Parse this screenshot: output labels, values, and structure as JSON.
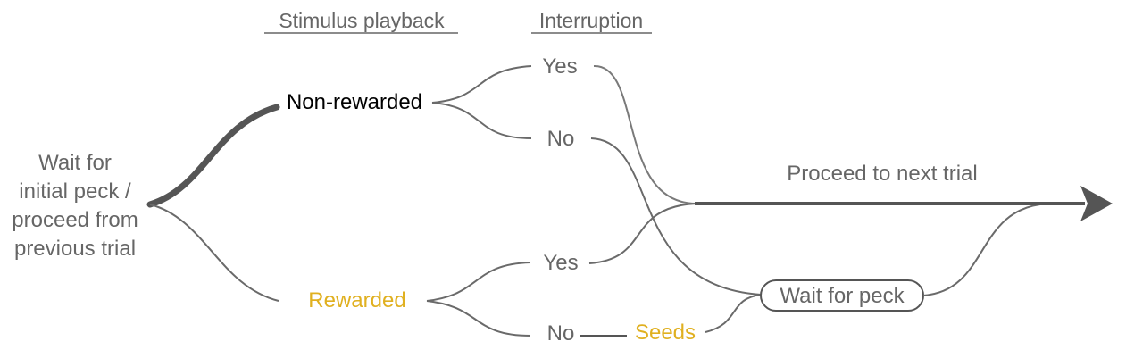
{
  "headers": {
    "stimulus": "Stimulus playback",
    "interruption": "Interruption"
  },
  "start": {
    "lines": [
      "Wait for",
      "initial peck /",
      "proceed from",
      "previous trial"
    ]
  },
  "branches": {
    "non_rewarded": "Non-rewarded",
    "rewarded": "Rewarded"
  },
  "outcomes": {
    "nr_yes": "Yes",
    "nr_no": "No",
    "r_yes": "Yes",
    "r_no": "No"
  },
  "seeds": "Seeds",
  "wait_for_peck": "Wait for peck",
  "proceed": "Proceed to next trial",
  "colors": {
    "text": "#666666",
    "reward": "#e0b020",
    "edge": "#555555"
  }
}
